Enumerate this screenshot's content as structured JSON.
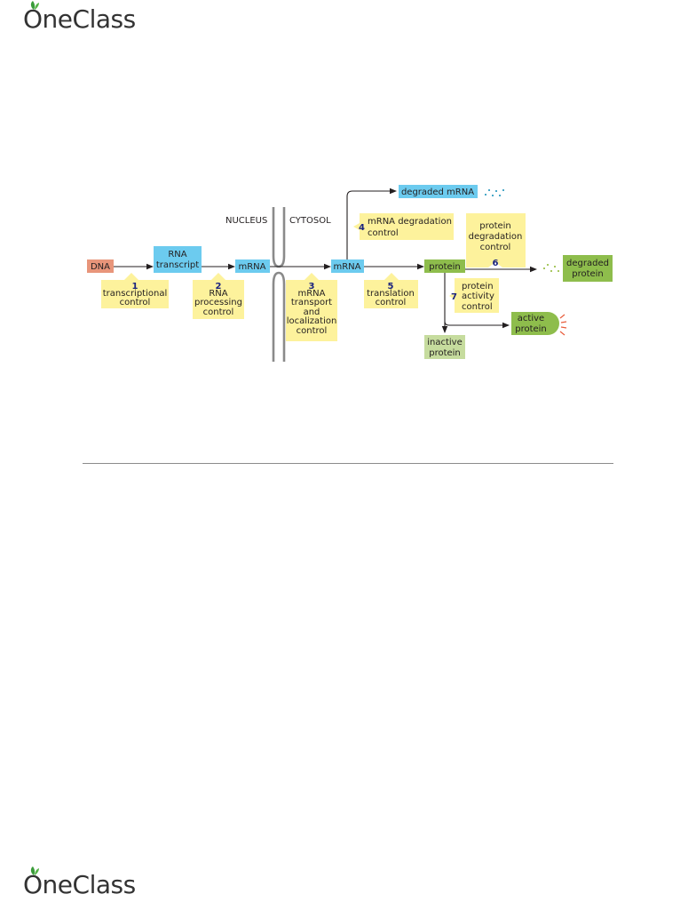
{
  "branding": {
    "logo_text_first": "O",
    "logo_text_rest": "neClass",
    "leaf_color": "#3a9c3a"
  },
  "regions": {
    "nucleus": "NUCLEUS",
    "cytosol": "CYTOSOL"
  },
  "nodes": {
    "dna": "DNA",
    "rna_transcript": [
      "RNA",
      "transcript"
    ],
    "mrna_nuclear": "mRNA",
    "mrna_cytosol": "mRNA",
    "protein": "protein",
    "degraded_mrna": "degraded mRNA",
    "degraded_protein": [
      "degraded",
      "protein"
    ],
    "active_protein": [
      "active",
      "protein"
    ],
    "inactive_protein": [
      "inactive",
      "protein"
    ]
  },
  "controls": [
    {
      "number": "1",
      "lines": [
        "transcriptional",
        "control"
      ]
    },
    {
      "number": "2",
      "lines": [
        "RNA",
        "processing",
        "control"
      ]
    },
    {
      "number": "3",
      "lines": [
        "mRNA",
        "transport",
        "and",
        "localization",
        "control"
      ]
    },
    {
      "number": "4",
      "lines": [
        "mRNA degradation",
        "control"
      ]
    },
    {
      "number": "5",
      "lines": [
        "translation",
        "control"
      ]
    },
    {
      "number": "6",
      "lines": [
        "protein",
        "degradation",
        "control"
      ]
    },
    {
      "number": "7",
      "lines": [
        "protein",
        "activity",
        "control"
      ]
    }
  ],
  "colors": {
    "dna": "#e8957a",
    "rna": "#6ccbef",
    "protein": "#8ebd4c",
    "inactive": "#c6dc9e",
    "control_box": "#fdf29c",
    "membrane": "#8a8a8a",
    "arrow": "#231f20",
    "mrna_dots": "#4aa8c8",
    "protein_dots": "#a8c860",
    "glow": "#e85b3a"
  }
}
